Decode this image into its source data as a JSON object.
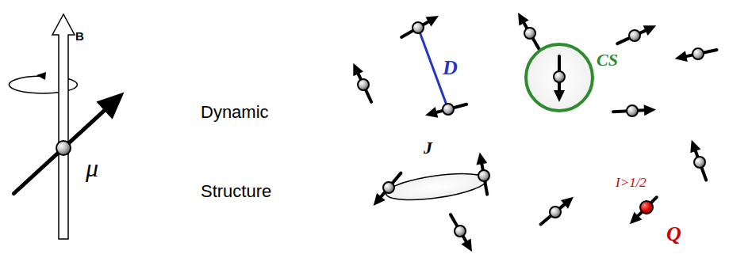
{
  "diagram": {
    "nodes": [
      {
        "text": [
          "CS"
        ]
      },
      {
        "text": [
          "J"
        ]
      }
    ],
    "labels": [
      "B",
      "μ",
      "Dynamic",
      "Structure",
      "D",
      "I>1/2",
      "Q"
    ]
  }
}
